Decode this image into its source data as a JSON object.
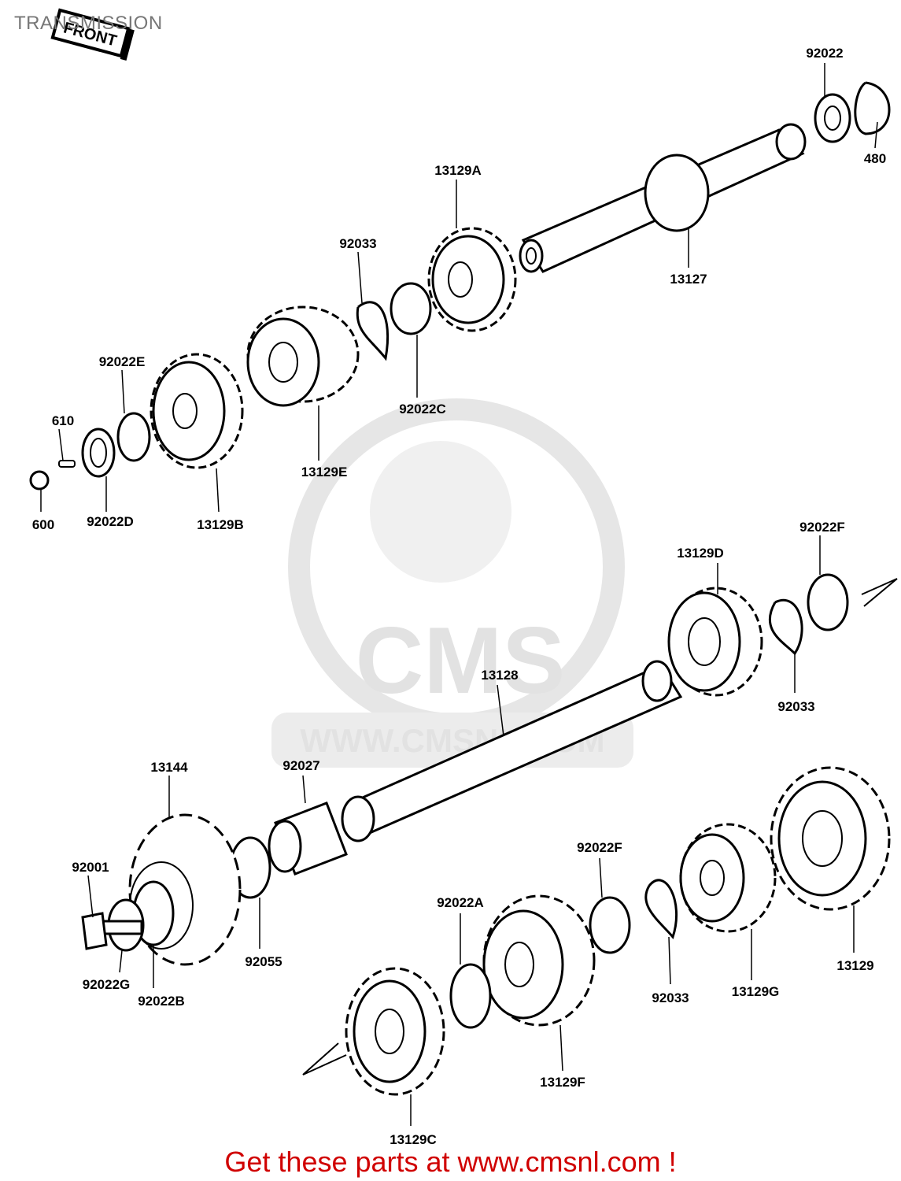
{
  "title": "TRANSMISSION",
  "front_badge": "FRONT",
  "watermark": {
    "logo_text": "CMS",
    "url_text": "WWW.CMSNL.COM"
  },
  "footer": "Get these parts at www.cmsnl.com !",
  "labels": {
    "p92022_top": "92022",
    "p480": "480",
    "p13129A": "13129A",
    "p13127": "13127",
    "p92033_top": "92033",
    "p92022C": "92022C",
    "p92022E": "92022E",
    "p610": "610",
    "p600": "600",
    "p92022D": "92022D",
    "p13129B": "13129B",
    "p13129E": "13129E",
    "p13129D": "13129D",
    "p92022F_top": "92022F",
    "p13128": "13128",
    "p92033_mid": "92033",
    "p13144": "13144",
    "p92027": "92027",
    "p92001": "92001",
    "p92055": "92055",
    "p92022G": "92022G",
    "p92022B": "92022B",
    "p92022F_bottom": "92022F",
    "p92022A": "92022A",
    "p92033_bottom": "92033",
    "p13129G": "13129G",
    "p13129": "13129",
    "p13129F": "13129F",
    "p13129C": "13129C"
  }
}
